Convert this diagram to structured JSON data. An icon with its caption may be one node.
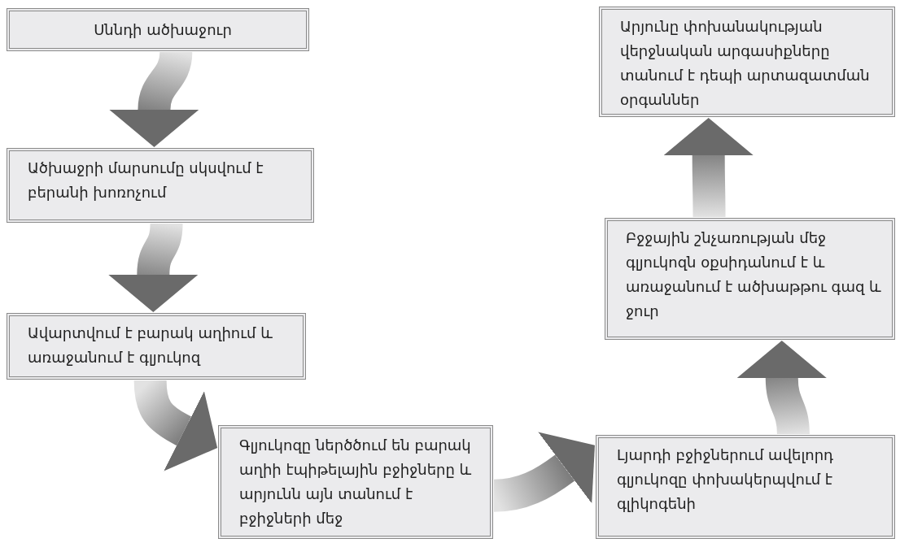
{
  "diagram": {
    "nodes": [
      {
        "text": [
          "Սննդի ածխաջուր"
        ]
      },
      {
        "text": [
          "Ածխաջրի մարսումը սկսվում է բերանի խոռոչում"
        ]
      },
      {
        "text": [
          "Ավարտվում է բարակ աղիում և առաջանում է գլյուկոզ"
        ]
      },
      {
        "text": [
          "Գլյուկոզը ներծծում են բարակ աղիի էպիթելային բջիջները և արյունն այն տանում է բջիջների մեջ"
        ]
      },
      {
        "text": [
          "Լյարդի բջիջներում ավելորդ գլյուկոզը փոխակերպվում է գլիկոգենի"
        ]
      },
      {
        "text": [
          "Բջջային շնչառության մեջ գլյուկոզն օքսիդանում է և առաջանում է ածխաթթու գազ և ջուր"
        ]
      },
      {
        "text": [
          "Արյունը փոխանակության վերջնական արգասիքները տանում է դեպի արտազատման օրգաններ"
        ]
      }
    ],
    "edges": [
      {
        "from": 0,
        "to": 1,
        "arrow": "to"
      },
      {
        "from": 1,
        "to": 2,
        "arrow": "to"
      },
      {
        "from": 2,
        "to": 3,
        "arrow": "to"
      },
      {
        "from": 3,
        "to": 4,
        "arrow": "to"
      },
      {
        "from": 4,
        "to": 5,
        "arrow": "to"
      },
      {
        "from": 5,
        "to": 6,
        "arrow": "to"
      }
    ]
  }
}
